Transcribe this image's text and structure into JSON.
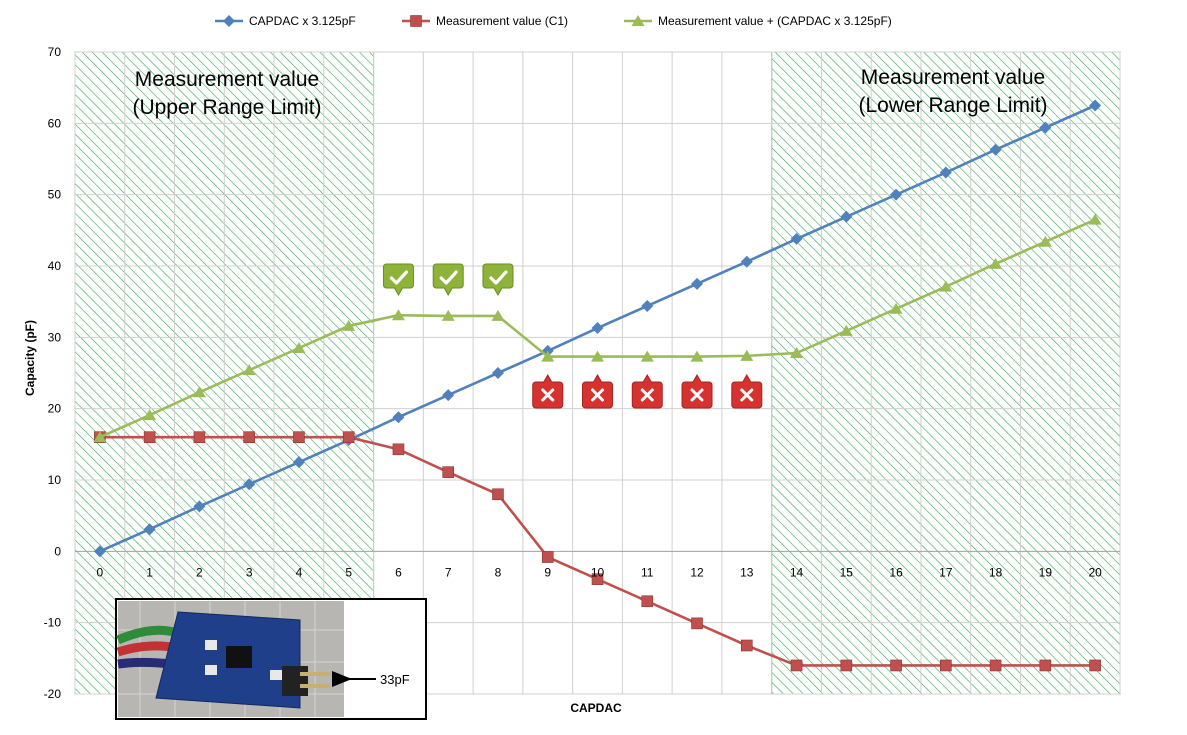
{
  "chart_data": {
    "type": "line",
    "xlabel": "CAPDAC",
    "ylabel": "Capacity  (pF)",
    "x": [
      0,
      1,
      2,
      3,
      4,
      5,
      6,
      7,
      8,
      9,
      10,
      11,
      12,
      13,
      14,
      15,
      16,
      17,
      18,
      19,
      20
    ],
    "xlim": [
      0,
      20
    ],
    "ylim": [
      -20,
      70
    ],
    "yticks": [
      -20,
      -10,
      0,
      10,
      20,
      30,
      40,
      50,
      60,
      70
    ],
    "grid": true,
    "legend_position": "top",
    "series": [
      {
        "name": "CAPDAC x 3.125pF",
        "color": "#4F81BD",
        "marker": "diamond",
        "values": [
          0,
          3.1,
          6.3,
          9.4,
          12.5,
          15.6,
          18.8,
          21.9,
          25.0,
          28.1,
          31.3,
          34.4,
          37.5,
          40.6,
          43.8,
          46.9,
          50.0,
          53.1,
          56.3,
          59.4,
          62.5
        ]
      },
      {
        "name": "Measurement value (C1)",
        "color": "#C0504D",
        "marker": "square",
        "values": [
          16,
          16,
          16,
          16,
          16,
          16,
          14.3,
          11.1,
          8.0,
          -0.8,
          -3.9,
          -7.0,
          -10.1,
          -13.2,
          -16,
          -16,
          -16,
          -16,
          -16,
          -16,
          -16
        ]
      },
      {
        "name": "Measurement value + (CAPDAC x 3.125pF)",
        "color": "#9BBB59",
        "marker": "triangle",
        "values": [
          16,
          19.1,
          22.3,
          25.4,
          28.5,
          31.6,
          33.1,
          33.0,
          33.0,
          27.3,
          27.3,
          27.3,
          27.3,
          27.4,
          27.8,
          30.9,
          34.0,
          37.1,
          40.3,
          43.4,
          46.5
        ]
      }
    ],
    "regions": [
      {
        "x_start": -0.5,
        "x_end": 5.5,
        "label_line1": "Measurement value",
        "label_line2": "(Upper Range Limit)",
        "color": "#2FA84F"
      },
      {
        "x_start": 13.5,
        "x_end": 20.5,
        "label_line1": "Measurement value",
        "label_line2": "(Lower Range Limit)",
        "color": "#2FA84F"
      }
    ],
    "check_marks": [
      6,
      7,
      8
    ],
    "cross_marks": [
      9,
      10,
      11,
      12,
      13
    ],
    "inset_photo": {
      "label": "33pF"
    }
  }
}
